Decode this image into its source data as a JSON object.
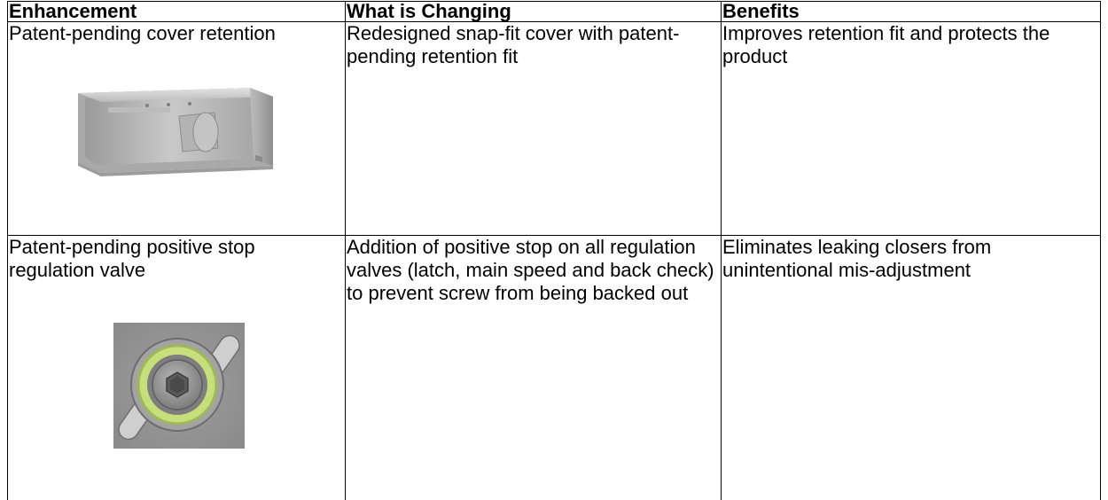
{
  "headers": {
    "enhancement": "Enhancement",
    "what_changing": "What is Changing",
    "benefits": "Benefits"
  },
  "rows": [
    {
      "enhancement": "Patent-pending cover retention",
      "what_changing": "Redesigned snap-fit cover with patent-pending retention fit",
      "benefits": "Improves retention fit and protects the product",
      "image_icon": "snap-fit-cover-image"
    },
    {
      "enhancement": "Patent-pending positive stop regulation valve",
      "what_changing": "Addition of positive stop on all regulation valves (latch, main speed and back check) to prevent screw from being backed out",
      "benefits": "Eliminates leaking closers from unintentional mis-adjustment",
      "image_icon": "regulation-valve-image"
    }
  ],
  "colors": {
    "border": "#000000",
    "text": "#000000",
    "metal_light": "#cfcfcf",
    "metal_dark": "#8a8a8a",
    "valve_ring": "#c7df7a"
  }
}
